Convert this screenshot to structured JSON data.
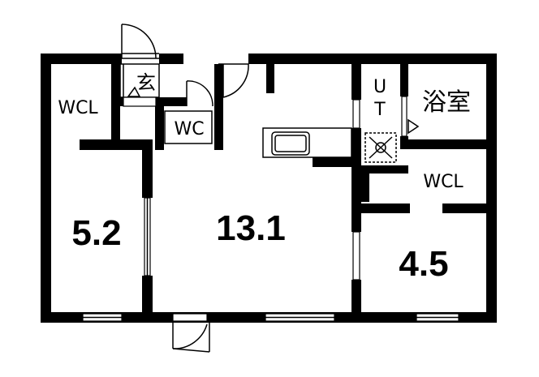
{
  "floor_plan": {
    "rooms": {
      "wcl_left": "WCL",
      "genkan": "玄",
      "wc": "WC",
      "ut_top": "U",
      "ut_bottom": "T",
      "bathroom": "浴室",
      "wcl_right": "WCL"
    },
    "areas": {
      "west_room": "5.2",
      "ldk": "13.1",
      "east_room": "4.5"
    }
  }
}
